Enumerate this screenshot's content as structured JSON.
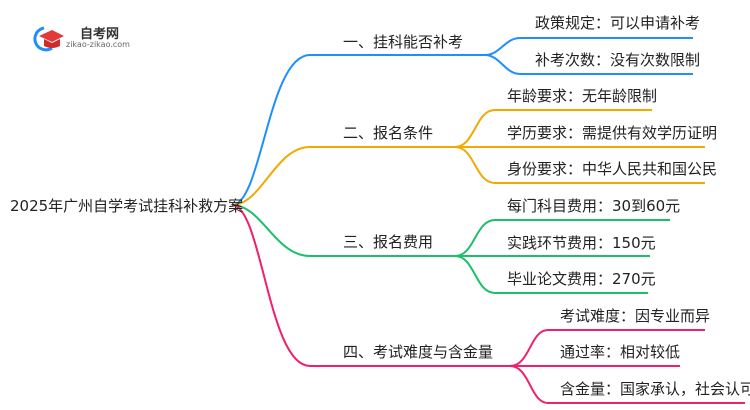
{
  "logo": {
    "title": "自考网",
    "url": "zikao-zikao.com"
  },
  "root": "2025年广州自学考试挂科补救方案",
  "colors": {
    "blue": "#1e8fff",
    "orange": "#f2a900",
    "green": "#1dbf6a",
    "pink": "#f0206e"
  },
  "branches": [
    {
      "label": "一、挂科能否补考",
      "children": [
        "政策规定：可以申请补考",
        "补考次数：没有次数限制"
      ]
    },
    {
      "label": "二、报名条件",
      "children": [
        "年龄要求：无年龄限制",
        "学历要求：需提供有效学历证明",
        "身份要求：中华人民共和国公民"
      ]
    },
    {
      "label": "三、报名费用",
      "children": [
        "每门科目费用：30到60元",
        "实践环节费用：150元",
        "毕业论文费用：270元"
      ]
    },
    {
      "label": "四、考试难度与含金量",
      "children": [
        "考试难度：因专业而异",
        "通过率：相对较低",
        "含金量：国家承认，社会认可"
      ]
    }
  ]
}
